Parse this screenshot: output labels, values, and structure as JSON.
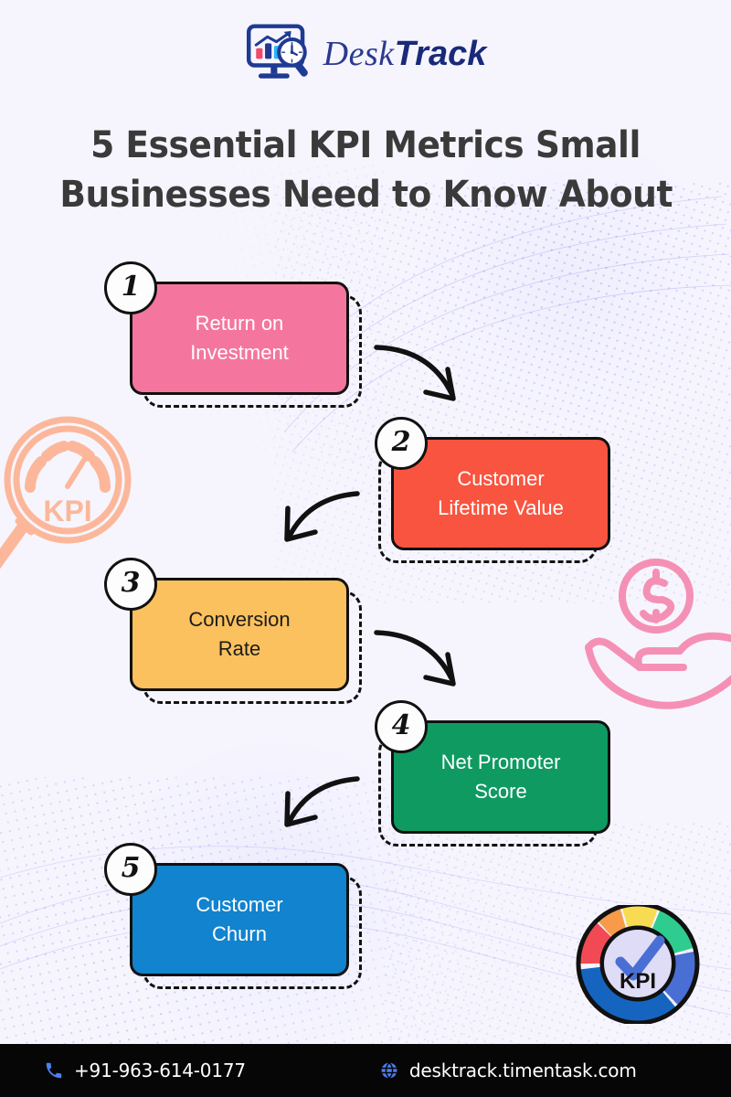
{
  "brand": {
    "logo_icon": "monitor-chart-magnifier-clock-icon",
    "name_part1": "Desk",
    "name_part2": "Track",
    "primary_color": "#2b3a8f"
  },
  "headline": {
    "line1": "5 Essential KPI Metrics Small",
    "line2": "Businesses Need to Know About",
    "color": "#3A3A3A"
  },
  "steps": [
    {
      "number": "1",
      "label_line1": "Return on",
      "label_line2": "Investment",
      "color": "#F4769E",
      "text_color": "#FFFFFF",
      "side": "left",
      "badge_side": "left"
    },
    {
      "number": "2",
      "label_line1": "Customer",
      "label_line2": "Lifetime Value",
      "color": "#F9543F",
      "text_color": "#FFFFFF",
      "side": "right",
      "badge_side": "right"
    },
    {
      "number": "3",
      "label_line1": "Conversion",
      "label_line2": "Rate",
      "color": "#FBC15E",
      "text_color": "#1B1B1B",
      "side": "left",
      "badge_side": "left"
    },
    {
      "number": "4",
      "label_line1": "Net Promoter",
      "label_line2": "Score",
      "color": "#0F9A62",
      "text_color": "#FFFFFF",
      "side": "right",
      "badge_side": "right"
    },
    {
      "number": "5",
      "label_line1": "Customer",
      "label_line2": "Churn",
      "color": "#1283CE",
      "text_color": "#FFFFFF",
      "side": "left",
      "badge_side": "left"
    }
  ],
  "arrows": [
    {
      "name": "arrow-step1-to-step2",
      "direction": "down-right"
    },
    {
      "name": "arrow-step2-to-step3",
      "direction": "down-left"
    },
    {
      "name": "arrow-step3-to-step4",
      "direction": "down-right"
    },
    {
      "name": "arrow-step4-to-step5",
      "direction": "down-left"
    }
  ],
  "decorations": {
    "kpi_magnifier": {
      "icon": "kpi-magnifier-gauge-icon",
      "text": "KPI",
      "color": "#FCB79A"
    },
    "hand_coin": {
      "icon": "hand-holding-dollar-coin-icon",
      "color": "#F590B5"
    },
    "kpi_badge": {
      "icon": "kpi-gauge-check-badge-icon",
      "text": "KPI",
      "segment_colors": [
        "#F24A54",
        "#F79B4B",
        "#F7DC53",
        "#2ECC8F",
        "#4A6FD4",
        "#1565C0"
      ]
    }
  },
  "footer": {
    "phone_icon": "phone-icon",
    "phone": "+91-963-614-0177",
    "site_icon": "globe-icon",
    "site": "desktrack.timentask.com",
    "icon_color": "#4C7EF3",
    "background": "#060606"
  }
}
